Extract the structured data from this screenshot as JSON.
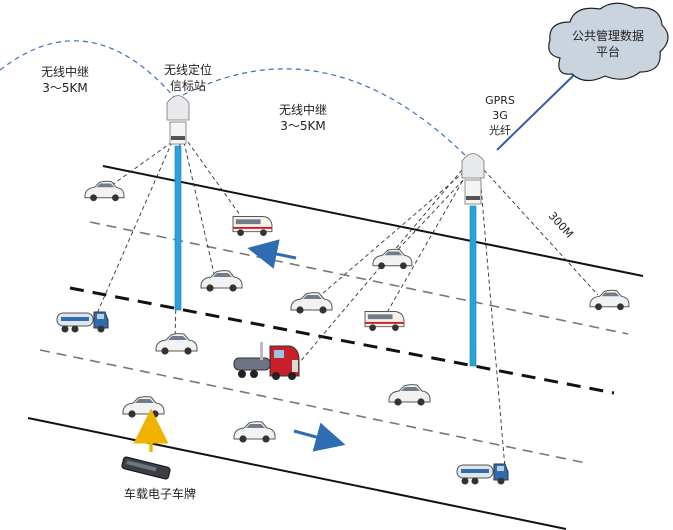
{
  "labels": {
    "relay_left": [
      "无线中继",
      "3～5KM"
    ],
    "beacon": [
      "无线定位",
      "信标站"
    ],
    "relay_mid": [
      "无线中继",
      "3～5KM"
    ],
    "network": [
      "GPRS",
      "3G",
      "光纤"
    ],
    "cloud": [
      "公共管理数据",
      "平台"
    ],
    "range": "300M",
    "tag": "车载电子车牌"
  },
  "colors": {
    "pole": "#29a3db",
    "relay_link": "#3a6fbf",
    "arrow_blue": "#2f6db3",
    "arrow_yellow": "#f0b400",
    "cloud": "#c9d4df",
    "truck_cab": "#c8202a"
  },
  "icons": {
    "beacon_unit": "wireless-beacon-icon",
    "cloud": "cloud-icon",
    "car": "car-icon",
    "van": "van-icon",
    "tanker": "tanker-truck-icon",
    "semi": "semi-truck-icon",
    "tag": "rfid-tag-icon"
  }
}
